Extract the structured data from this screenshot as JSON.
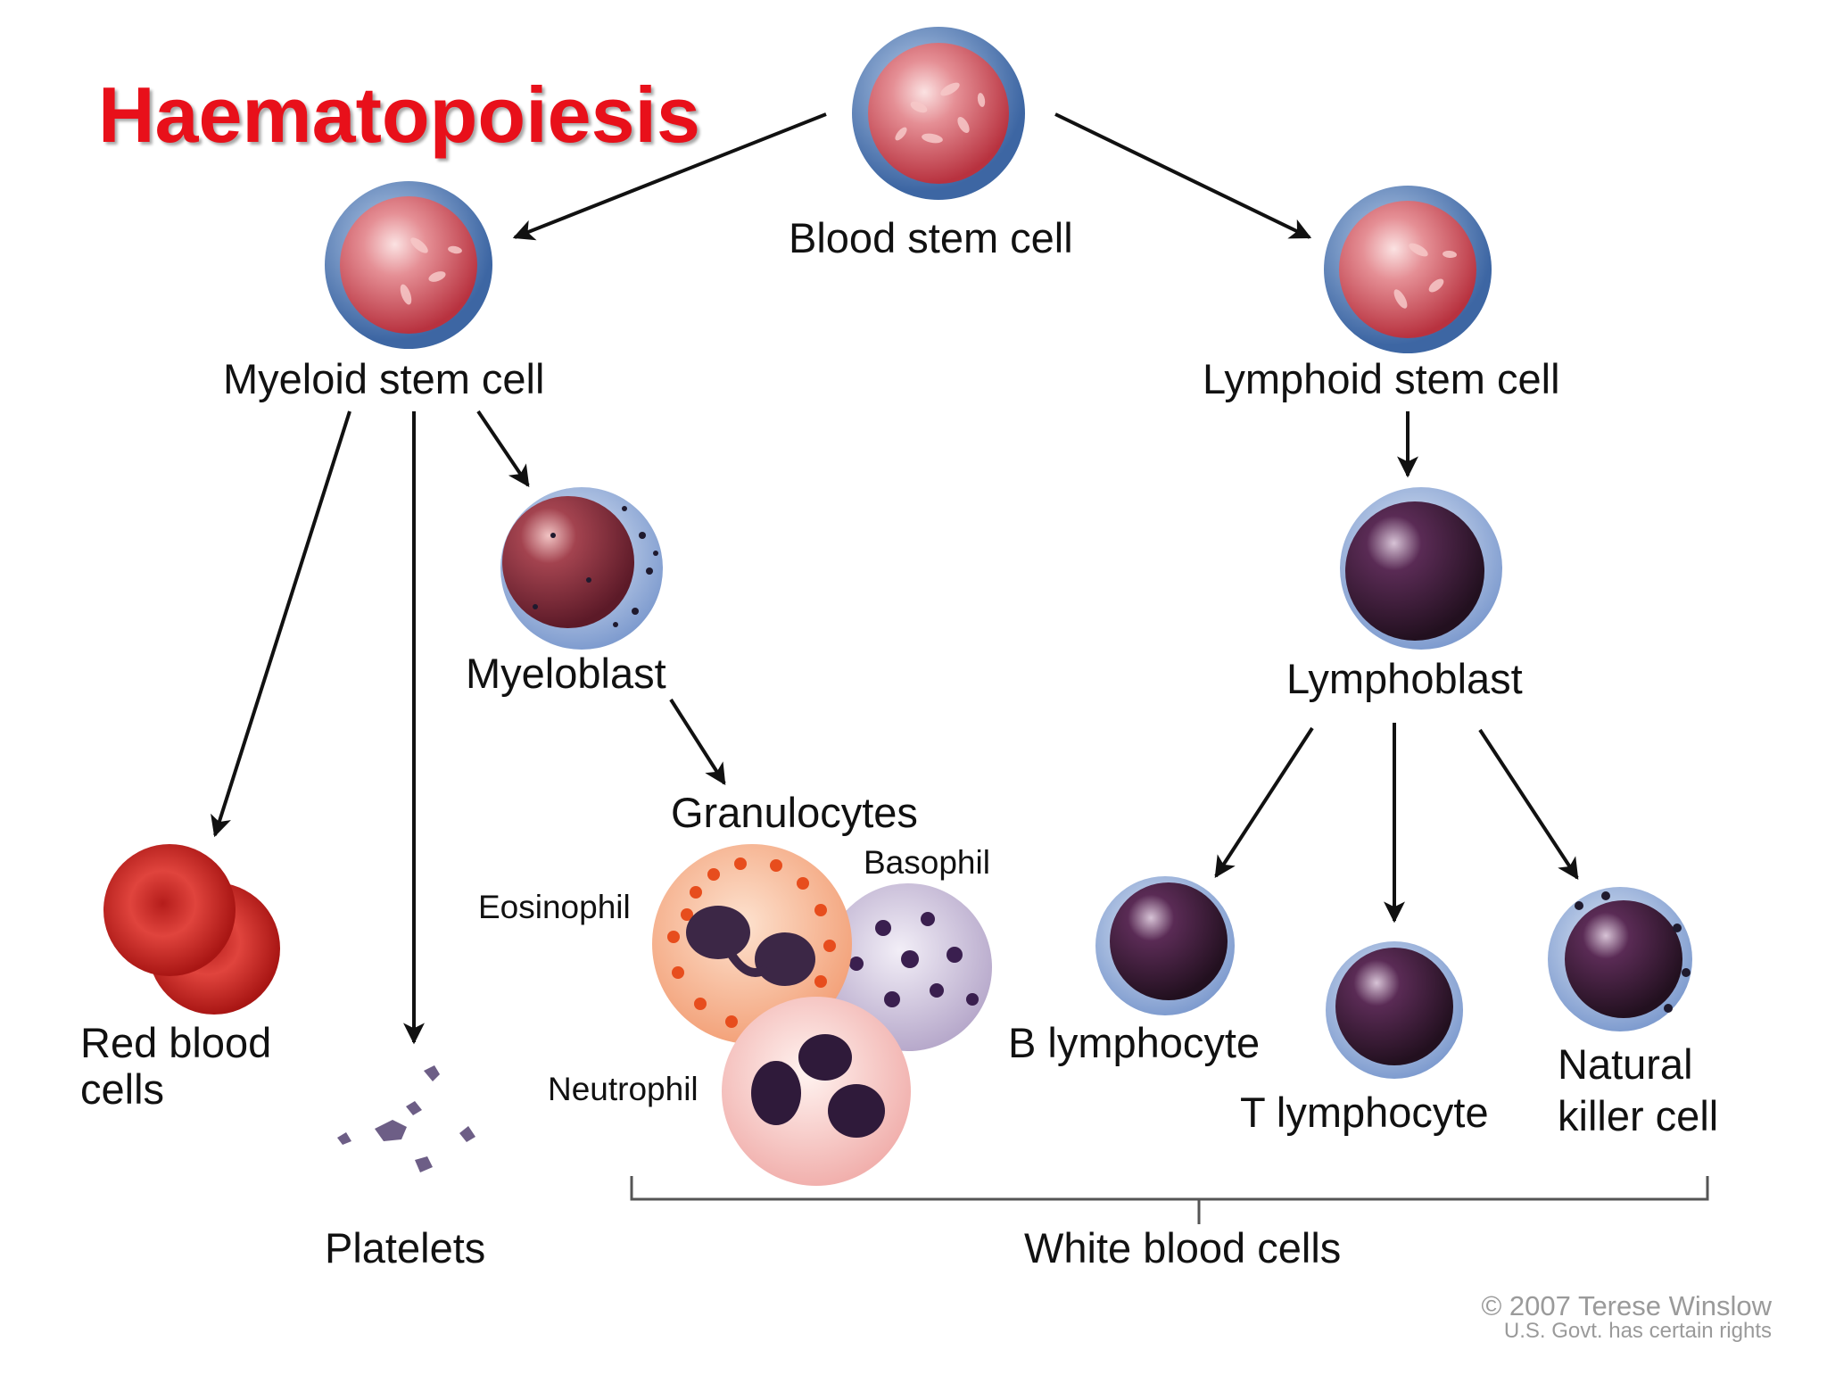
{
  "title": "Haematopoiesis",
  "labels": {
    "blood_stem_cell": "Blood stem cell",
    "myeloid_stem_cell": "Myeloid stem cell",
    "lymphoid_stem_cell": "Lymphoid stem cell",
    "myeloblast": "Myeloblast",
    "lymphoblast": "Lymphoblast",
    "granulocytes": "Granulocytes",
    "basophil": "Basophil",
    "eosinophil": "Eosinophil",
    "neutrophil": "Neutrophil",
    "red_blood_cells_line1": "Red blood",
    "red_blood_cells_line2": "cells",
    "platelets": "Platelets",
    "b_lymphocyte": "B lymphocyte",
    "t_lymphocyte": "T lymphocyte",
    "natural_killer_line1": "Natural",
    "natural_killer_line2": "killer cell",
    "white_blood_cells": "White blood cells"
  },
  "credit": {
    "line1": "© 2007 Terese Winslow",
    "line2": "U.S. Govt. has certain rights"
  },
  "colors": {
    "title": "#e8101a",
    "stem_membrane": "#4f78b5",
    "stem_nucleus": "#d8555f",
    "red_blood_cell": "#cf2a25",
    "lymphocyte_nucleus": "#2c1530",
    "arrow": "#111111"
  }
}
